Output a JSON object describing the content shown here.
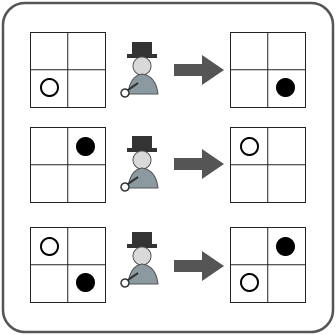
{
  "rows": [
    {
      "before": [
        {
          "cell": "bottom-left",
          "color": "white"
        }
      ],
      "after": [
        {
          "cell": "bottom-right",
          "color": "black"
        }
      ]
    },
    {
      "before": [
        {
          "cell": "top-right",
          "color": "black"
        }
      ],
      "after": [
        {
          "cell": "top-left",
          "color": "white"
        }
      ]
    },
    {
      "before": [
        {
          "cell": "top-left",
          "color": "white"
        },
        {
          "cell": "bottom-right",
          "color": "black"
        }
      ],
      "after": [
        {
          "cell": "top-right",
          "color": "black"
        },
        {
          "cell": "bottom-left",
          "color": "white"
        }
      ]
    }
  ],
  "colors": {
    "frame": "#555555",
    "arrow": "#555555",
    "hat": "#333333",
    "figure_body": "#8a9aa0",
    "figure_skin": "#d9d9d9"
  },
  "icons": {
    "operator": "top-hat-figure-with-magnifier-icon",
    "transition": "right-arrow-icon"
  }
}
